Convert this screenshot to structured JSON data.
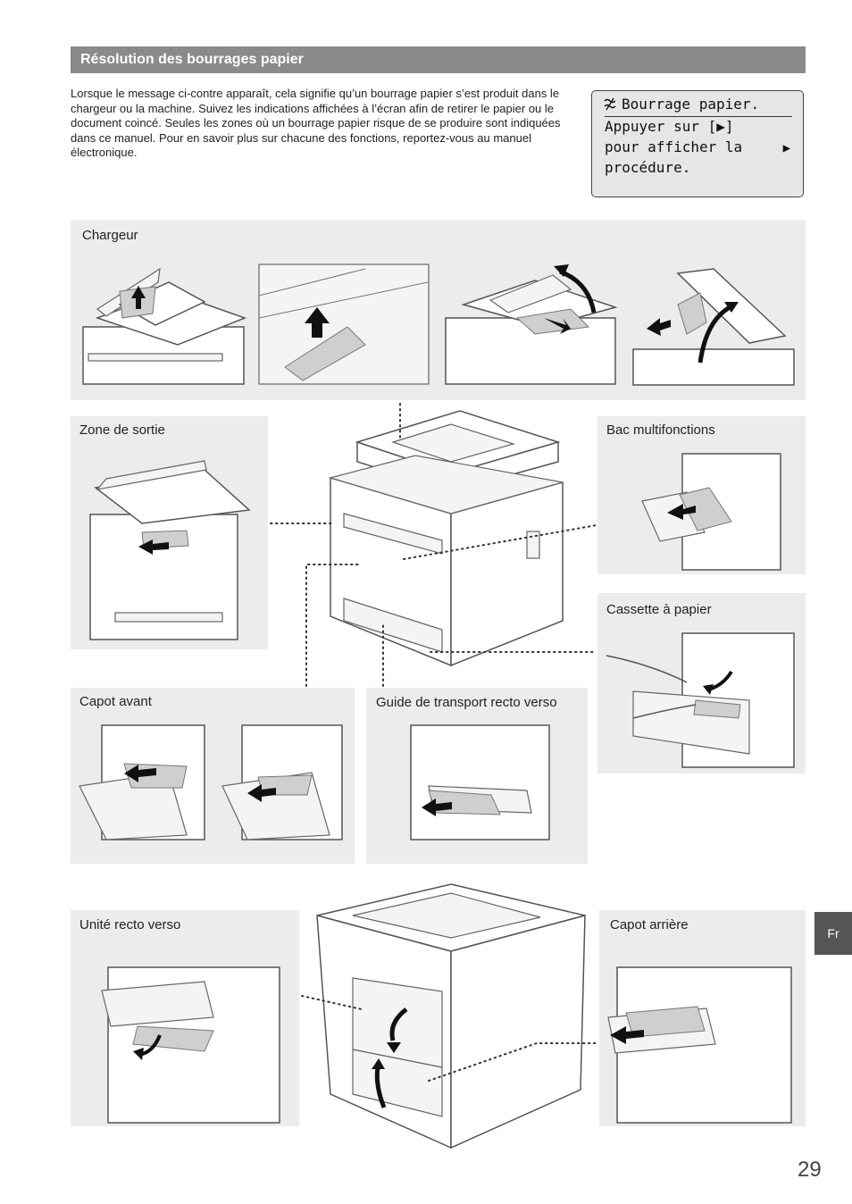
{
  "header": {
    "title": "Résolution des bourrages papier"
  },
  "intro": {
    "text": "Lorsque le message ci-contre apparaît, cela signifie qu’un bourrage papier s’est produit dans le chargeur ou la machine. Suivez les indications affichées à l’écran afin de retirer le papier ou le document coincé. Seules les zones où un bourrage papier risque de se produire sont indiquées dans ce manuel. Pour en savoir plus sur chacune des fonctions, reportez-vous au manuel électronique."
  },
  "lcd": {
    "line1": "Bourrage papier.",
    "line2": "Appuyer sur [▶]",
    "line3": "pour afficher la",
    "line4": "procédure.",
    "arrow": "▶"
  },
  "panels": {
    "chargeur": "Chargeur",
    "zone_sortie": "Zone de sortie",
    "bac_multi": "Bac multifonctions",
    "cassette": "Cassette à papier",
    "capot_avant": "Capot avant",
    "guide_transport": "Guide de transport recto verso",
    "unite_recto": "Unité recto verso",
    "capot_arriere": "Capot arrière"
  },
  "page": {
    "number": "29",
    "lang_tab": "Fr"
  },
  "icons": {
    "lcd_jam": "paper-jam-icon",
    "arrow": "arrow-icon"
  }
}
